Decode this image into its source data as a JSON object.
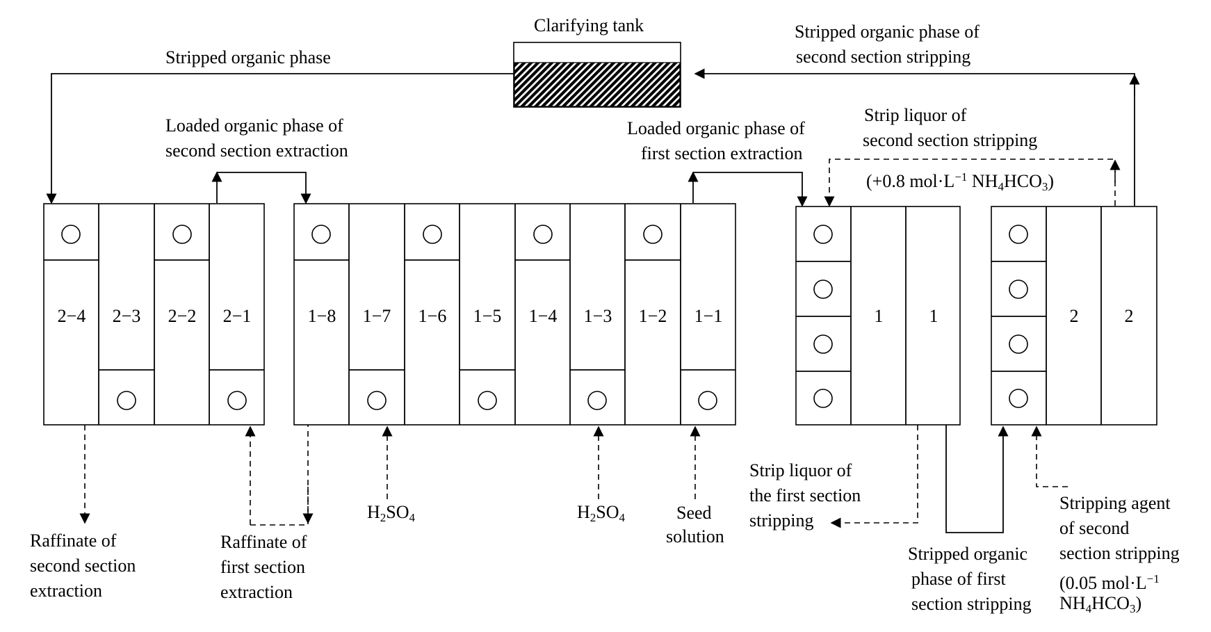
{
  "tank": {
    "title": "Clarifying tank"
  },
  "labels": {
    "stripped_organic": "Stripped organic phase",
    "loaded_second_1": "Loaded organic phase of",
    "loaded_second_2": "second section extraction",
    "loaded_first_1": "Loaded organic phase of",
    "loaded_first_2": "first section extraction",
    "stripped_second_1": "Stripped organic phase of",
    "stripped_second_2": "second section stripping",
    "strip_liquor_second_1": "Strip liquor of",
    "strip_liquor_second_2": "second section stripping",
    "raffinate_second_1": "Raffinate of",
    "raffinate_second_2": "second section",
    "raffinate_second_3": "extraction",
    "raffinate_first_1": "Raffinate of",
    "raffinate_first_2": "first section",
    "raffinate_first_3": "extraction",
    "seed_1": "Seed",
    "seed_2": "solution",
    "strip_liquor_first_1": "Strip liquor of",
    "strip_liquor_first_2": "the first section",
    "strip_liquor_first_3": "stripping",
    "stripped_first_1": "Stripped organic",
    "stripped_first_2": "phase of  first",
    "stripped_first_3": "section stripping",
    "agent_1": "Stripping agent",
    "agent_2": "of second",
    "agent_3": "section stripping"
  },
  "formulas": {
    "h2so4_a": {
      "p1": "H",
      "s1": "2",
      "p2": "SO",
      "s2": "4"
    },
    "h2so4_b": {
      "p1": "H",
      "s1": "2",
      "p2": "SO",
      "s2": "4"
    },
    "strip_conc": {
      "p1": "(+0.8 mol·L",
      "sup": "−1",
      "p2": " NH",
      "s1": "4",
      "p3": "HCO",
      "s2": "3",
      "p4": ")"
    },
    "agent_conc_1": {
      "p1": "(0.05 mol·L",
      "sup": "−1"
    },
    "agent_conc_2": {
      "p1": "NH",
      "s1": "4",
      "p2": "HCO",
      "s2": "3",
      "p3": ")"
    }
  },
  "section2": {
    "cells": [
      "2−4",
      "2−3",
      "2−2",
      "2−1"
    ]
  },
  "section1": {
    "cells": [
      "1−8",
      "1−7",
      "1−6",
      "1−5",
      "1−4",
      "1−3",
      "1−2",
      "1−1"
    ]
  },
  "strip1": {
    "cells": [
      "1",
      "1"
    ]
  },
  "strip2": {
    "cells": [
      "2",
      "2"
    ]
  }
}
